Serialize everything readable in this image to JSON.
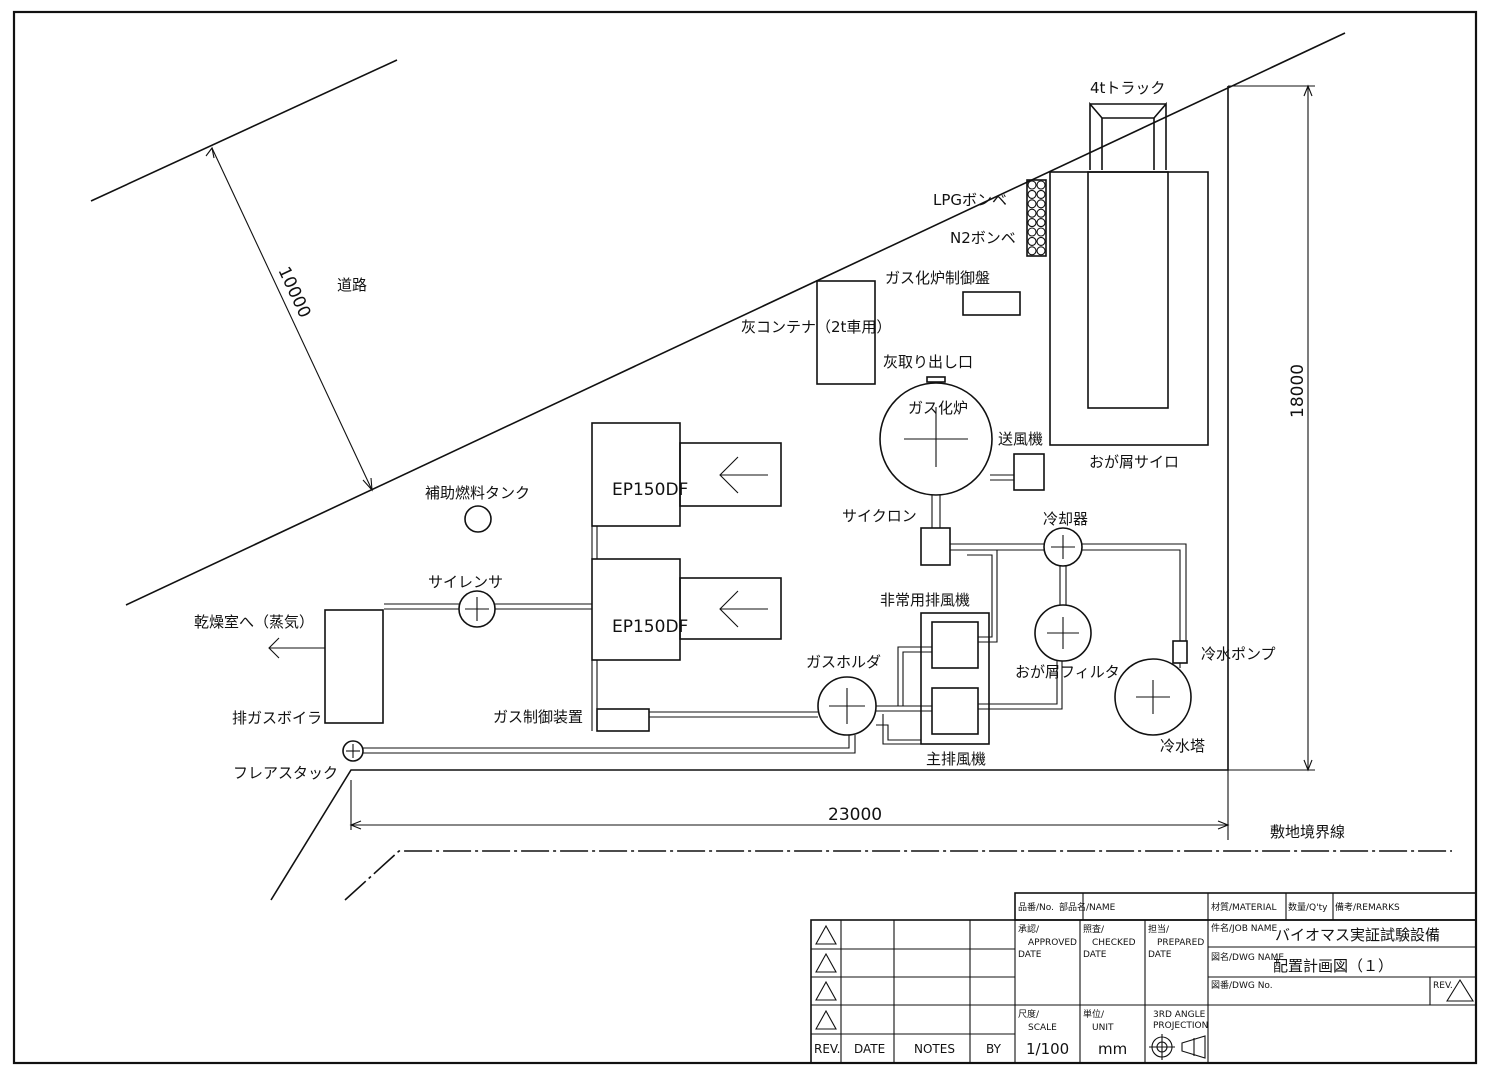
{
  "labels": {
    "road": "道路",
    "road_width": "10000",
    "truck": "4tトラック",
    "lpg": "LPGボンベ",
    "n2": "N2ボンベ",
    "gasifier_panel": "ガス化炉制御盤",
    "ash_container": "灰コンテナ（2t車用）",
    "ash_outlet": "灰取り出し口",
    "gasifier": "ガス化炉",
    "blower": "送風機",
    "silo": "おが屑サイロ",
    "height_dim": "18000",
    "aux_tank": "補助燃料タンク",
    "ep_top": "EP150DF",
    "ep_bottom": "EP150DF",
    "cyclone": "サイクロン",
    "cooler": "冷却器",
    "silencer": "サイレンサ",
    "dryer": "乾燥室へ（蒸気）",
    "emergency_fan": "非常用排風機",
    "gas_holder": "ガスホルダ",
    "sawdust_filter": "おが屑フィルタ",
    "water_pump": "冷水ポンプ",
    "boiler": "排ガスボイラ",
    "gas_control": "ガス制御装置",
    "main_fan": "主排風機",
    "cooling_tower": "冷水塔",
    "flare": "フレアスタック",
    "width_dim": "23000",
    "boundary": "敷地境界線"
  },
  "title_block": {
    "part_no": "品番/No.",
    "part_name": "部品名/NAME",
    "material": "材質/MATERIAL",
    "qty": "数量/Q'ty",
    "remarks": "備考/REMARKS",
    "approved_1": "承認/",
    "approved_2": "APPROVED",
    "approved_date": "DATE",
    "checked_1": "照査/",
    "checked_2": "CHECKED",
    "checked_date": "DATE",
    "prepared_1": "担当/",
    "prepared_2": "PREPARED",
    "prepared_date": "DATE",
    "job_name_label": "件名/JOB NAME",
    "job_name": "バイオマス実証試験設備",
    "dwg_name_label": "図名/DWG NAME",
    "dwg_name": "配置計画図（１）",
    "dwg_no_label": "図番/DWG No.",
    "rev_label": "REV.",
    "scale_1": "尺度/",
    "scale_2": "SCALE",
    "scale_value": "1/100",
    "unit_1": "単位/",
    "unit_2": "UNIT",
    "unit_value": "mm",
    "projection_1": "3RD ANGLE",
    "projection_2": "PROJECTION",
    "rev_col": "REV.",
    "date_col": "DATE",
    "notes_col": "NOTES",
    "by_col": "BY"
  }
}
